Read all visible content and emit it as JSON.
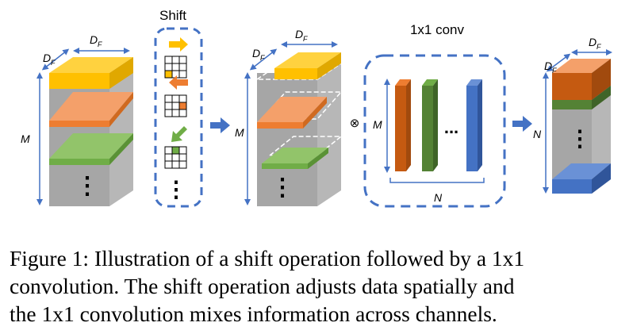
{
  "labels": {
    "shift_title": "Shift",
    "conv_title": "1x1 conv",
    "depth_label": "M",
    "out_depth_label": "N",
    "width_main": "D",
    "width_sub": "F",
    "conv_height_label": "M",
    "conv_count_label": "N",
    "otimes": "⊗",
    "dots": "⋮",
    "conv_dots": "..."
  },
  "colors": {
    "yellow": "#FFC000",
    "orange": "#ED7D31",
    "green": "#70AD47",
    "blue": "#4472C4",
    "gray": "#A6A6A6",
    "dashed_blue": "#4472C4",
    "filter_orange": "#C55A11",
    "filter_green": "#548235",
    "filter_blue": "#4472C4"
  },
  "caption": {
    "line1": "Figure 1: Illustration of a shift operation followed by a 1x1",
    "line2": "convolution.  The shift operation adjusts data spatially and",
    "line3": "the 1x1 convolution mixes information across channels."
  }
}
